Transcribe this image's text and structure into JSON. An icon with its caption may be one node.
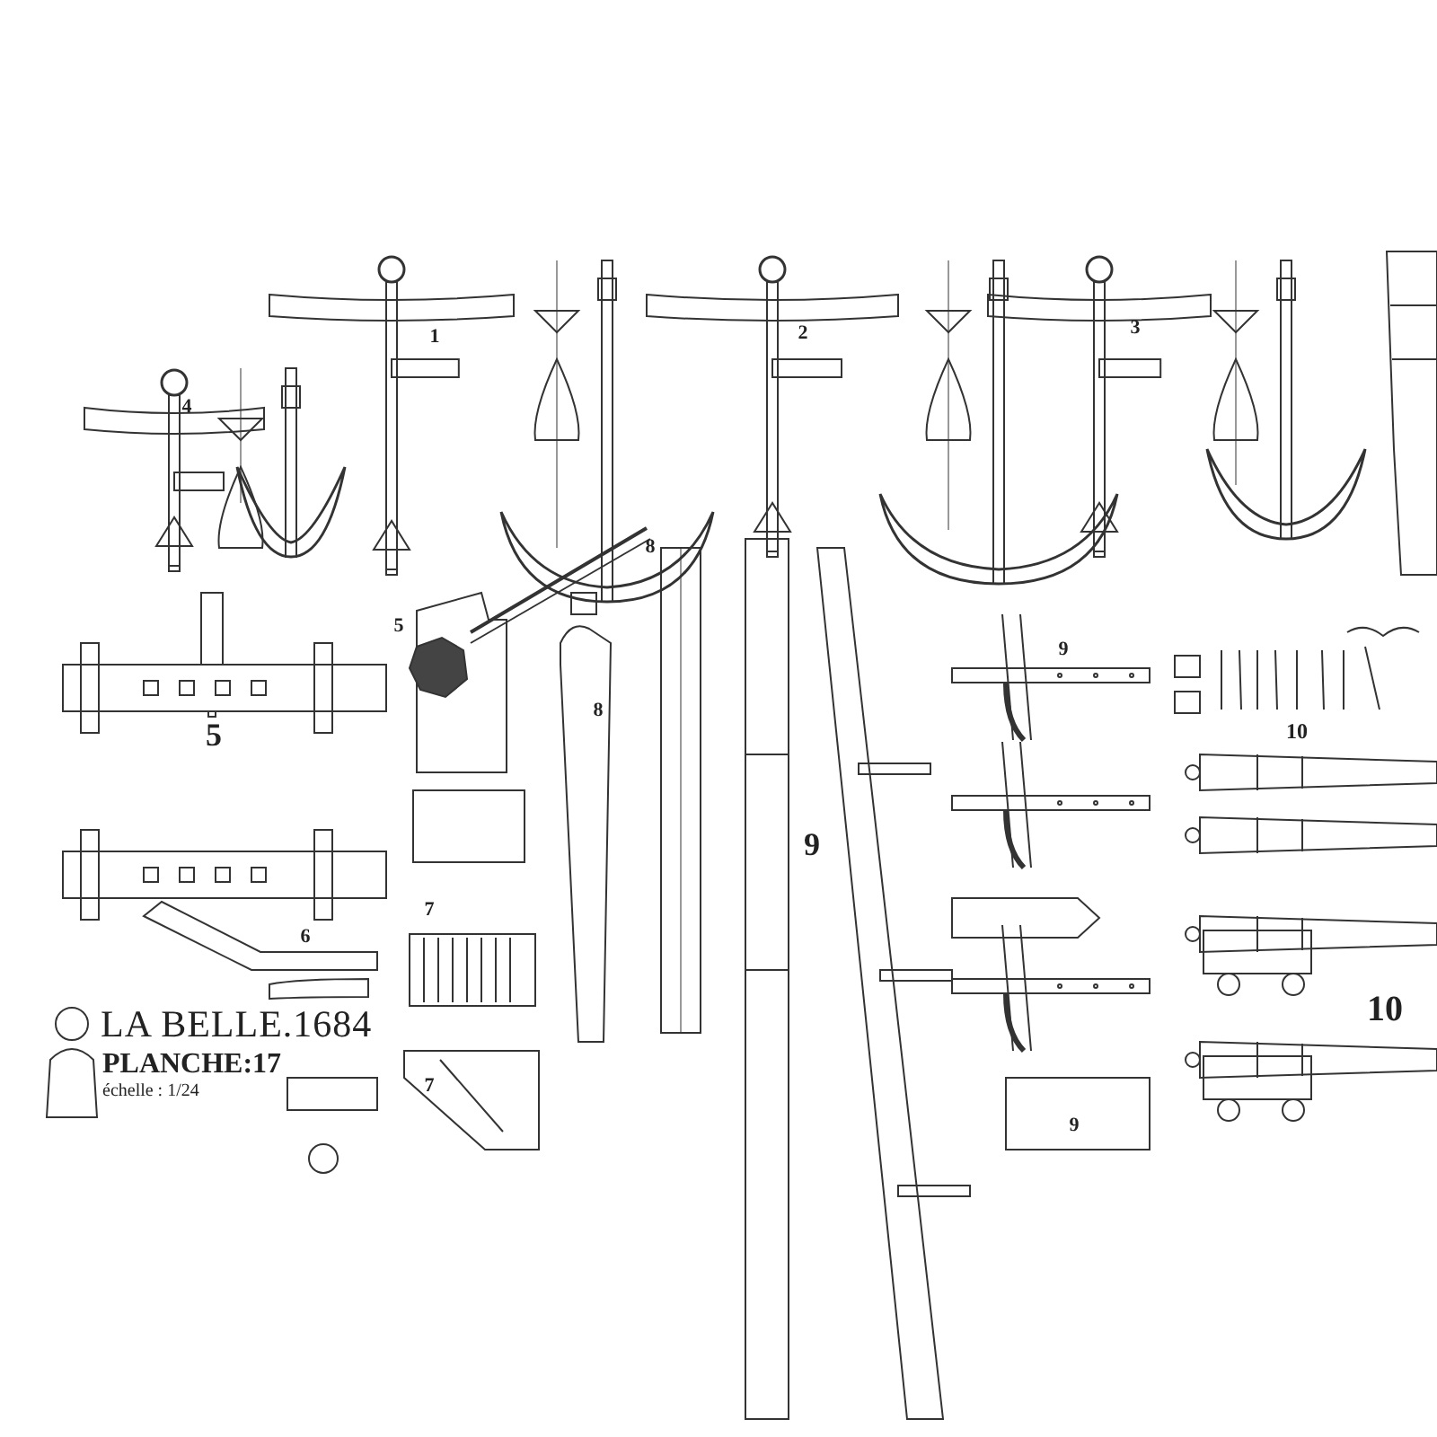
{
  "diagram": {
    "title": "LA BELLE.1684",
    "labels": [
      "1",
      "2",
      "3",
      "4",
      "8",
      "5",
      "9",
      "8",
      "10",
      "5",
      "9",
      "7",
      "6",
      "10",
      "PLANCHE:17",
      "échelle : 1/24",
      "7",
      "9"
    ]
  }
}
